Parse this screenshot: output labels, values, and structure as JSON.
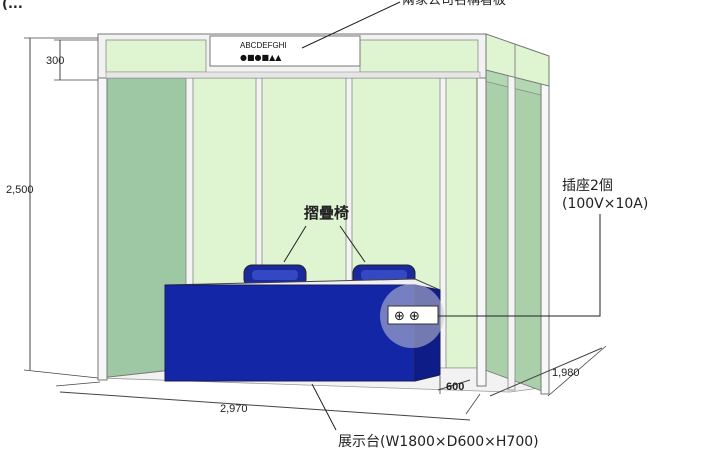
{
  "top_label": "兩家公司名稱看板",
  "sign": {
    "text": "ABCDEFGHI",
    "symbols": "●■●■▲▲"
  },
  "chairs_label": "摺疊椅",
  "outlet": {
    "label": "插座2個",
    "spec": "(100V×10A)",
    "symbols": "⊕ ⊕"
  },
  "table_label": "展示台(W1800×D600×H700)",
  "dimensions": {
    "height": "2,500",
    "fascia": "300",
    "width": "2,970",
    "depth": "1,980",
    "table_depth": "600"
  },
  "corner_mark": "(..."
}
